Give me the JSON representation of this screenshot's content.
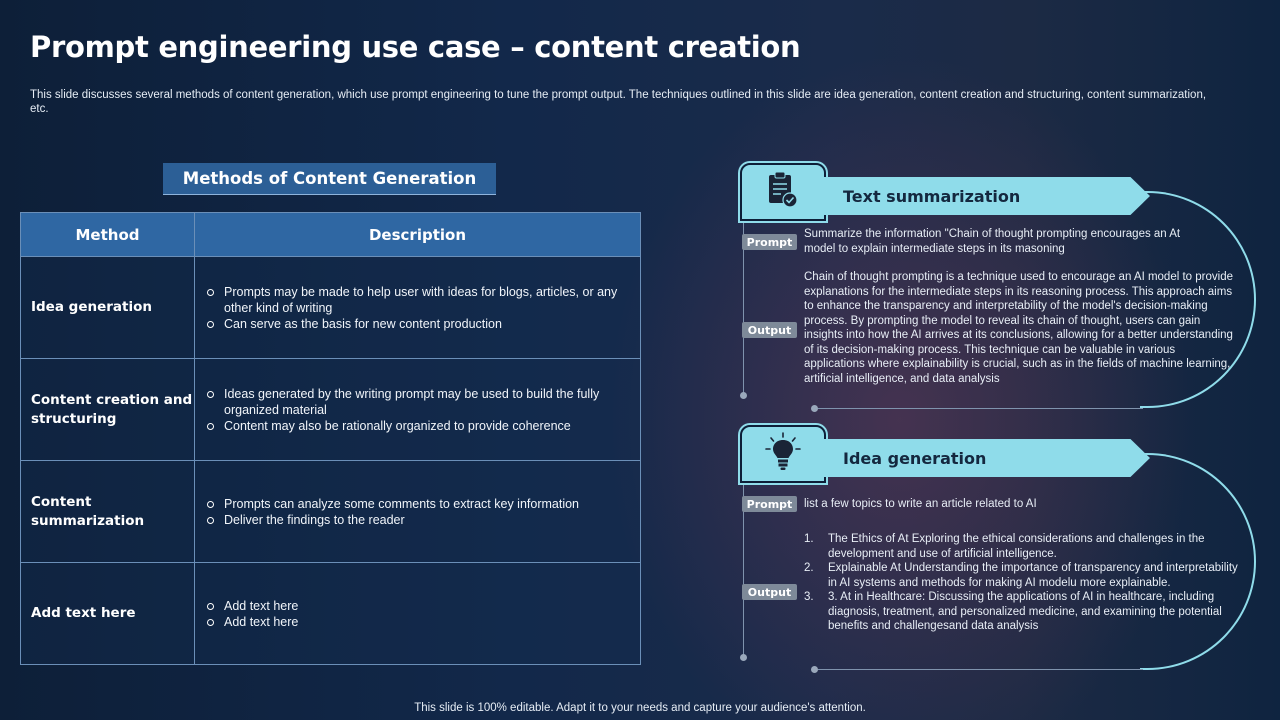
{
  "title": "Prompt engineering use case – content creation",
  "subtitle": "This slide discusses several methods of content generation, which use prompt engineering to tune the prompt output. The techniques outlined in this slide are idea generation, content creation and structuring, content summarization, etc.",
  "methods_heading": "Methods of Content Generation",
  "table": {
    "headers": [
      "Method",
      "Description"
    ],
    "rows": [
      {
        "method": "Idea generation",
        "bullets": [
          "Prompts may be made to help user with ideas for blogs, articles, or any other kind of writing",
          "Can serve as the basis for new content production"
        ]
      },
      {
        "method": "Content creation and structuring",
        "bullets": [
          "Ideas generated by the writing prompt may be used to build the fully organized material",
          "Content may also be rationally organized to provide coherence"
        ]
      },
      {
        "method": "Content summarization",
        "bullets": [
          "Prompts can analyze some comments to extract key information",
          "Deliver the findings to the reader"
        ]
      },
      {
        "method": "Add text here",
        "bullets": [
          "Add text here",
          "Add text here"
        ]
      }
    ]
  },
  "panels": [
    {
      "title": "Text summarization",
      "icon": "clipboard-check-icon",
      "prompt_label": "Prompt",
      "output_label": "Output",
      "prompt": "Summarize the information \"Chain of thought prompting encourages an At model to explain intermediate steps in its masoning",
      "output": "Chain of thought prompting is a technique used to encourage an AI model to provide explanations for the intermediate steps in its reasoning process. This approach aims to enhance the transparency and interpretability of the model's decision-making process. By prompting the model to reveal its chain of thought, users can gain insights into how the AI arrives at its conclusions, allowing for a better understanding of its decision-making process. This technique can be valuable in various applications where explainability is crucial, such as in the fields of machine learning, artificial intelligence, and data analysis"
    },
    {
      "title": "Idea generation",
      "icon": "lightbulb-icon",
      "prompt_label": "Prompt",
      "output_label": "Output",
      "prompt": "list a few topics to write an article related to AI",
      "output_items": [
        {
          "num": "1.",
          "text": "The Ethics of At Exploring the ethical considerations and challenges in the development and use of artificial intelligence."
        },
        {
          "num": "2.",
          "text": "Explainable At Understanding the importance of transparency and interpretability in AI systems and methods for making AI modelu more explainable."
        },
        {
          "num": "3.",
          "text": "3. At in Healthcare: Discussing the applications of AI in healthcare, including diagnosis, treatment, and personalized medicine, and examining the potential benefits and challengesand data analysis"
        }
      ]
    }
  ],
  "footer": "This slide is 100% editable. Adapt it to your needs and capture your audience's attention.",
  "colors": {
    "accent": "#8fdcea",
    "table_header": "#2f67a3",
    "background": "#0f2138"
  }
}
